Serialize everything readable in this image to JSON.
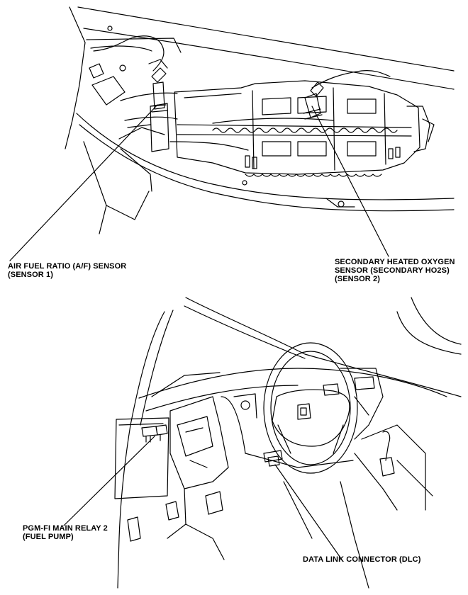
{
  "upper_view": {
    "callouts": {
      "af_sensor": [
        "AIR FUEL RATIO (A/F) SENSOR",
        "(SENSOR 1)"
      ],
      "secondary_ho2s": [
        "SECONDARY HEATED OXYGEN",
        "SENSOR (SECONDARY HO2S)",
        "(SENSOR 2)"
      ]
    }
  },
  "lower_view": {
    "callouts": {
      "main_relay": [
        "PGM-FI MAIN RELAY 2",
        "(FUEL PUMP)"
      ],
      "dlc": [
        "DATA LINK CONNECTOR (DLC)"
      ]
    }
  },
  "colors": {
    "ink": "#000000",
    "paper": "#ffffff"
  }
}
